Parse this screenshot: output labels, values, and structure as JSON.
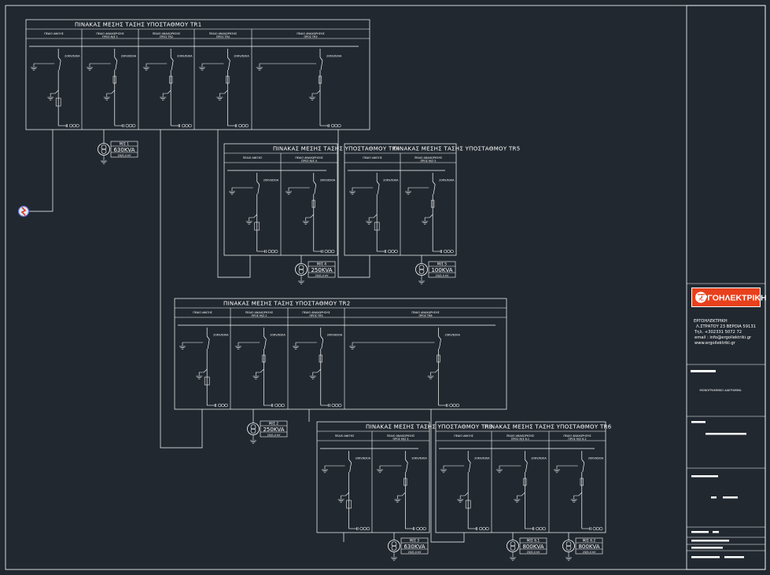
{
  "panels": {
    "tr1": {
      "title": "ΠΙΝΑΚΑΣ ΜΕΣΗΣ ΤΑΣΗΣ ΥΠΟΣΤΑΘΜΟΥ TR1",
      "cells": [
        {
          "l1": "ΠΕΔΙΟ ΑΦΙΞΗΣ",
          "l2": ""
        },
        {
          "l1": "ΠΕΔΙΟ ΑΝΑΧΩΡΗΣΗΣ",
          "l2": "ΠΡΟΣ Μ/Σ 1"
        },
        {
          "l1": "ΠΕΔΙΟ ΑΝΑΧΩΡΗΣΗΣ",
          "l2": "ΠΡΟΣ TR2"
        },
        {
          "l1": "ΠΕΔΙΟ ΑΝΑΧΩΡΗΣΗΣ",
          "l2": "ΠΡΟΣ TR4"
        },
        {
          "l1": "ΠΕΔΙΟ ΑΝΑΧΩΡΗΣΗΣ",
          "l2": "ΠΡΟΣ TR3"
        }
      ]
    },
    "tr4": {
      "title": "ΠΙΝΑΚΑΣ ΜΕΣΗΣ ΤΑΣΗΣ ΥΠΟΣΤΑΘΜΟΥ TR4",
      "cells": [
        {
          "l1": "ΠΕΔΙΟ ΑΦΙΞΗΣ",
          "l2": ""
        },
        {
          "l1": "ΠΕΔΙΟ ΑΝΑΧΩΡΗΣΗΣ",
          "l2": "ΠΡΟΣ Μ/Σ 4"
        }
      ]
    },
    "tr5": {
      "title": "ΠΙΝΑΚΑΣ ΜΕΣΗΣ ΤΑΣΗΣ ΥΠΟΣΤΑΘΜΟΥ TR5",
      "cells": [
        {
          "l1": "ΠΕΔΙΟ ΑΦΙΞΗΣ",
          "l2": ""
        },
        {
          "l1": "ΠΕΔΙΟ ΑΝΑΧΩΡΗΣΗΣ",
          "l2": "ΠΡΟΣ Μ/Σ 5"
        }
      ]
    },
    "tr2": {
      "title": "ΠΙΝΑΚΑΣ ΜΕΣΗΣ ΤΑΣΗΣ ΥΠΟΣΤΑΘΜΟΥ TR2",
      "cells": [
        {
          "l1": "ΠΕΔΙΟ ΑΦΙΞΗΣ",
          "l2": ""
        },
        {
          "l1": "ΠΕΔΙΟ ΑΝΑΧΩΡΗΣΗΣ",
          "l2": "ΠΡΟΣ Μ/Σ 2"
        },
        {
          "l1": "ΠΕΔΙΟ ΑΝΑΧΩΡΗΣΗΣ",
          "l2": "ΠΡΟΣ TR3"
        },
        {
          "l1": "ΠΕΔΙΟ ΑΝΑΧΩΡΗΣΗΣ",
          "l2": "ΠΡΟΣ TR6"
        }
      ]
    },
    "tr3": {
      "title": "ΠΙΝΑΚΑΣ ΜΕΣΗΣ ΤΑΣΗΣ ΥΠΟΣΤΑΘΜΟΥ TR3",
      "cells": [
        {
          "l1": "ΠΕΔΙΟ ΑΦΙΞΗΣ",
          "l2": ""
        },
        {
          "l1": "ΠΕΔΙΟ ΑΝΑΧΩΡΗΣΗΣ",
          "l2": "ΠΡΟΣ Μ/Σ 3"
        }
      ]
    },
    "tr6": {
      "title": "ΠΙΝΑΚΑΣ ΜΕΣΗΣ ΤΑΣΗΣ ΥΠΟΣΤΑΘΜΟΥ TR6",
      "cells": [
        {
          "l1": "ΠΕΔΙΟ ΑΦΙΞΗΣ",
          "l2": ""
        },
        {
          "l1": "ΠΕΔΙΟ ΑΝΑΧΩΡΗΣΗΣ",
          "l2": "ΠΡΟΣ Μ/Σ 6.1"
        },
        {
          "l1": "ΠΕΔΙΟ ΑΝΑΧΩΡΗΣΗΣ",
          "l2": "ΠΡΟΣ Μ/Σ 6.2"
        }
      ]
    }
  },
  "switch_label": "20KV/630A",
  "transformers": [
    {
      "name": "Μ/Σ 1",
      "kva": "630KVA",
      "ratio": "20/0,4 kV"
    },
    {
      "name": "Μ/Σ 4",
      "kva": "250KVA",
      "ratio": "20/0,4 kV"
    },
    {
      "name": "Μ/Σ 5",
      "kva": "100KVA",
      "ratio": "20/0,4 kV"
    },
    {
      "name": "Μ/Σ 2",
      "kva": "250KVA",
      "ratio": "20/0,4 kV"
    },
    {
      "name": "Μ/Σ 3",
      "kva": "630KVA",
      "ratio": "20/0,4 kV"
    },
    {
      "name": "Μ/Σ 6.1",
      "kva": "800KVA",
      "ratio": "20/0,4 kV"
    },
    {
      "name": "Μ/Σ 6.2",
      "kva": "800KVA",
      "ratio": "20/0,4 kV"
    }
  ],
  "title_block": {
    "logo_text": "ΕΡΓΟΗΛΕΚΤΡΙΚΗ",
    "company": "ΕΡΓΟΗΛΕΚΤΡΙΚΗ",
    "address": "Λ.ΣΤΡΑΤΟΥ 23 ΒΕΡΟΙΑ 59131",
    "phone": "Τηλ. +302331 5072 72",
    "email": "email : info@ergoilektriki.gr",
    "web": "www.ergoilektriki.gr",
    "project_note": "ΜΟΝΟΓΡΑΜΜΙΚΟ ΔΙΑΓΡΑΜΜΑ"
  },
  "colors": {
    "background": "#212830",
    "line": "#ffffff",
    "logo_red": "#e8401c",
    "ground_symbol": "#d83a2a"
  }
}
